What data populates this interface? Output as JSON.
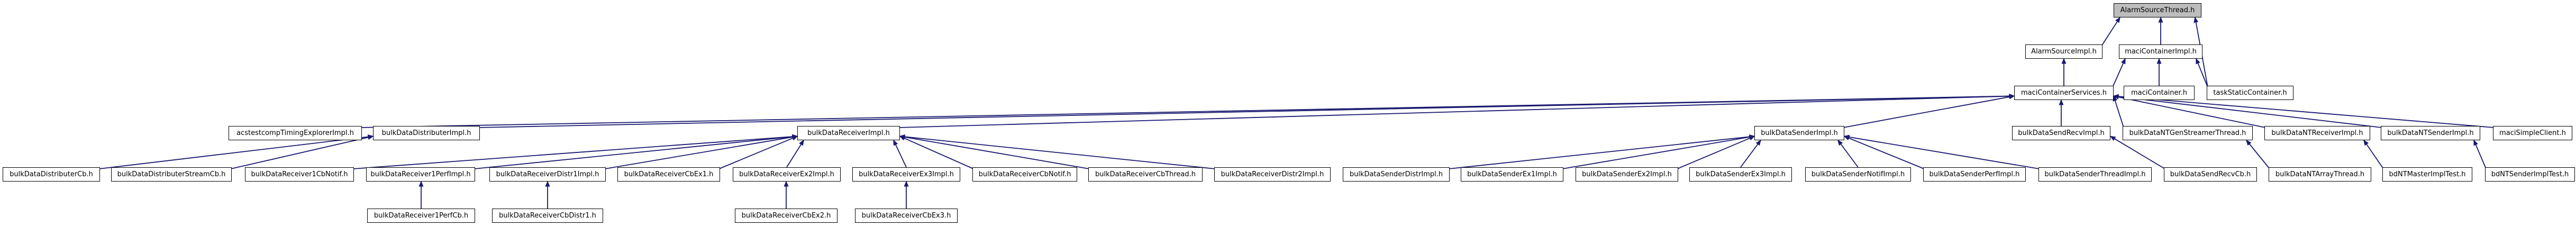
{
  "graph": {
    "kind": "include-dependency-graph",
    "colors": {
      "background": "#ffffff",
      "edge": "#191970",
      "node_border": "#000000",
      "node_fill": "#ffffff",
      "root_fill": "#bdbdbd",
      "text": "#000000"
    },
    "root_id": "alarmSourceThread",
    "nodes": [
      {
        "id": "alarmSourceThread",
        "label": "AlarmSourceThread.h",
        "root": true
      },
      {
        "id": "alarmSourceImpl",
        "label": "AlarmSourceImpl.h"
      },
      {
        "id": "maciContainerImpl",
        "label": "maciContainerImpl.h"
      },
      {
        "id": "maciContainerServices",
        "label": "maciContainerServices.h"
      },
      {
        "id": "maciContainer",
        "label": "maciContainer.h"
      },
      {
        "id": "taskStaticContainer",
        "label": "taskStaticContainer.h"
      },
      {
        "id": "acstestcompTimingExplorerImpl",
        "label": "acstestcompTimingExplorerImpl.h"
      },
      {
        "id": "bulkDataDistributerImpl",
        "label": "bulkDataDistributerImpl.h"
      },
      {
        "id": "bulkDataReceiverImpl",
        "label": "bulkDataReceiverImpl.h"
      },
      {
        "id": "bulkDataSenderImpl",
        "label": "bulkDataSenderImpl.h"
      },
      {
        "id": "bulkDataSendRecvImpl",
        "label": "bulkDataSendRecvImpl.h"
      },
      {
        "id": "bulkDataNTGenStreamerThread",
        "label": "bulkDataNTGenStreamerThread.h"
      },
      {
        "id": "bulkDataNTReceiverImpl",
        "label": "bulkDataNTReceiverImpl.h"
      },
      {
        "id": "bulkDataNTSenderImpl",
        "label": "bulkDataNTSenderImpl.h"
      },
      {
        "id": "maciSimpleClient",
        "label": "maciSimpleClient.h"
      },
      {
        "id": "bulkDataDistributerCb",
        "label": "bulkDataDistributerCb.h"
      },
      {
        "id": "bulkDataDistributerStreamCb",
        "label": "bulkDataDistributerStreamCb.h"
      },
      {
        "id": "bulkDataReceiver1CbNotif",
        "label": "bulkDataReceiver1CbNotif.h"
      },
      {
        "id": "bulkDataReceiver1PerfImpl",
        "label": "bulkDataReceiver1PerfImpl.h"
      },
      {
        "id": "bulkDataReceiverDistr1Impl",
        "label": "bulkDataReceiverDistr1Impl.h"
      },
      {
        "id": "bulkDataReceiverCbEx1",
        "label": "bulkDataReceiverCbEx1.h"
      },
      {
        "id": "bulkDataReceiverEx2Impl",
        "label": "bulkDataReceiverEx2Impl.h"
      },
      {
        "id": "bulkDataReceiverEx3Impl",
        "label": "bulkDataReceiverEx3Impl.h"
      },
      {
        "id": "bulkDataReceiverCbNotif",
        "label": "bulkDataReceiverCbNotif.h"
      },
      {
        "id": "bulkDataReceiverCbThread",
        "label": "bulkDataReceiverCbThread.h"
      },
      {
        "id": "bulkDataReceiverDistr2Impl",
        "label": "bulkDataReceiverDistr2Impl.h"
      },
      {
        "id": "bulkDataSenderDistrImpl",
        "label": "bulkDataSenderDistrImpl.h"
      },
      {
        "id": "bulkDataSenderEx1Impl",
        "label": "bulkDataSenderEx1Impl.h"
      },
      {
        "id": "bulkDataSenderEx2Impl",
        "label": "bulkDataSenderEx2Impl.h"
      },
      {
        "id": "bulkDataSenderEx3Impl",
        "label": "bulkDataSenderEx3Impl.h"
      },
      {
        "id": "bulkDataSenderNotifImpl",
        "label": "bulkDataSenderNotifImpl.h"
      },
      {
        "id": "bulkDataSenderPerfImpl",
        "label": "bulkDataSenderPerfImpl.h"
      },
      {
        "id": "bulkDataSenderThreadImpl",
        "label": "bulkDataSenderThreadImpl.h"
      },
      {
        "id": "bulkDataSendRecvCb",
        "label": "bulkDataSendRecvCb.h"
      },
      {
        "id": "bulkDataNTArrayThread",
        "label": "bulkDataNTArrayThread.h"
      },
      {
        "id": "bdNTMasterImplTest",
        "label": "bdNTMasterImplTest.h"
      },
      {
        "id": "bdNTSenderImplTest",
        "label": "bdNTSenderImplTest.h"
      },
      {
        "id": "bulkDataReceiver1PerfCb",
        "label": "bulkDataReceiver1PerfCb.h"
      },
      {
        "id": "bulkDataReceiverCbDistr1",
        "label": "bulkDataReceiverCbDistr1.h"
      },
      {
        "id": "bulkDataReceiverCbEx2",
        "label": "bulkDataReceiverCbEx2.h"
      },
      {
        "id": "bulkDataReceiverCbEx3",
        "label": "bulkDataReceiverCbEx3.h"
      }
    ],
    "edges": [
      {
        "from": "alarmSourceImpl",
        "to": "alarmSourceThread"
      },
      {
        "from": "maciContainerImpl",
        "to": "alarmSourceThread"
      },
      {
        "from": "taskStaticContainer",
        "to": "alarmSourceThread"
      },
      {
        "from": "maciContainerServices",
        "to": "alarmSourceImpl"
      },
      {
        "from": "maciContainerServices",
        "to": "maciContainerImpl"
      },
      {
        "from": "maciContainer",
        "to": "maciContainerImpl"
      },
      {
        "from": "taskStaticContainer",
        "to": "maciContainerImpl"
      },
      {
        "from": "acstestcompTimingExplorerImpl",
        "to": "maciContainerServices"
      },
      {
        "from": "bulkDataDistributerImpl",
        "to": "maciContainerServices"
      },
      {
        "from": "bulkDataReceiverImpl",
        "to": "maciContainerServices"
      },
      {
        "from": "bulkDataSenderImpl",
        "to": "maciContainerServices"
      },
      {
        "from": "bulkDataSendRecvImpl",
        "to": "maciContainerServices"
      },
      {
        "from": "bulkDataNTGenStreamerThread",
        "to": "maciContainerServices"
      },
      {
        "from": "bulkDataNTReceiverImpl",
        "to": "maciContainerServices"
      },
      {
        "from": "bulkDataNTSenderImpl",
        "to": "maciContainerServices"
      },
      {
        "from": "maciSimpleClient",
        "to": "maciContainerServices"
      },
      {
        "from": "bulkDataDistributerCb",
        "to": "bulkDataDistributerImpl"
      },
      {
        "from": "bulkDataDistributerStreamCb",
        "to": "bulkDataDistributerImpl"
      },
      {
        "from": "bulkDataReceiver1CbNotif",
        "to": "bulkDataReceiverImpl"
      },
      {
        "from": "bulkDataReceiver1PerfImpl",
        "to": "bulkDataReceiverImpl"
      },
      {
        "from": "bulkDataReceiverDistr1Impl",
        "to": "bulkDataReceiverImpl"
      },
      {
        "from": "bulkDataReceiverCbEx1",
        "to": "bulkDataReceiverImpl"
      },
      {
        "from": "bulkDataReceiverEx2Impl",
        "to": "bulkDataReceiverImpl"
      },
      {
        "from": "bulkDataReceiverEx3Impl",
        "to": "bulkDataReceiverImpl"
      },
      {
        "from": "bulkDataReceiverCbNotif",
        "to": "bulkDataReceiverImpl"
      },
      {
        "from": "bulkDataReceiverCbThread",
        "to": "bulkDataReceiverImpl"
      },
      {
        "from": "bulkDataReceiverDistr2Impl",
        "to": "bulkDataReceiverImpl"
      },
      {
        "from": "bulkDataSenderDistrImpl",
        "to": "bulkDataSenderImpl"
      },
      {
        "from": "bulkDataSenderEx1Impl",
        "to": "bulkDataSenderImpl"
      },
      {
        "from": "bulkDataSenderEx2Impl",
        "to": "bulkDataSenderImpl"
      },
      {
        "from": "bulkDataSenderEx3Impl",
        "to": "bulkDataSenderImpl"
      },
      {
        "from": "bulkDataSenderNotifImpl",
        "to": "bulkDataSenderImpl"
      },
      {
        "from": "bulkDataSenderPerfImpl",
        "to": "bulkDataSenderImpl"
      },
      {
        "from": "bulkDataSenderThreadImpl",
        "to": "bulkDataSenderImpl"
      },
      {
        "from": "bulkDataSendRecvCb",
        "to": "bulkDataSendRecvImpl"
      },
      {
        "from": "bulkDataNTArrayThread",
        "to": "bulkDataNTGenStreamerThread"
      },
      {
        "from": "bdNTMasterImplTest",
        "to": "bulkDataNTReceiverImpl"
      },
      {
        "from": "bdNTSenderImplTest",
        "to": "bulkDataNTSenderImpl"
      },
      {
        "from": "bulkDataReceiver1PerfCb",
        "to": "bulkDataReceiver1PerfImpl"
      },
      {
        "from": "bulkDataReceiverCbDistr1",
        "to": "bulkDataReceiverDistr1Impl"
      },
      {
        "from": "bulkDataReceiverCbEx2",
        "to": "bulkDataReceiverEx2Impl"
      },
      {
        "from": "bulkDataReceiverCbEx3",
        "to": "bulkDataReceiverEx3Impl"
      }
    ]
  }
}
